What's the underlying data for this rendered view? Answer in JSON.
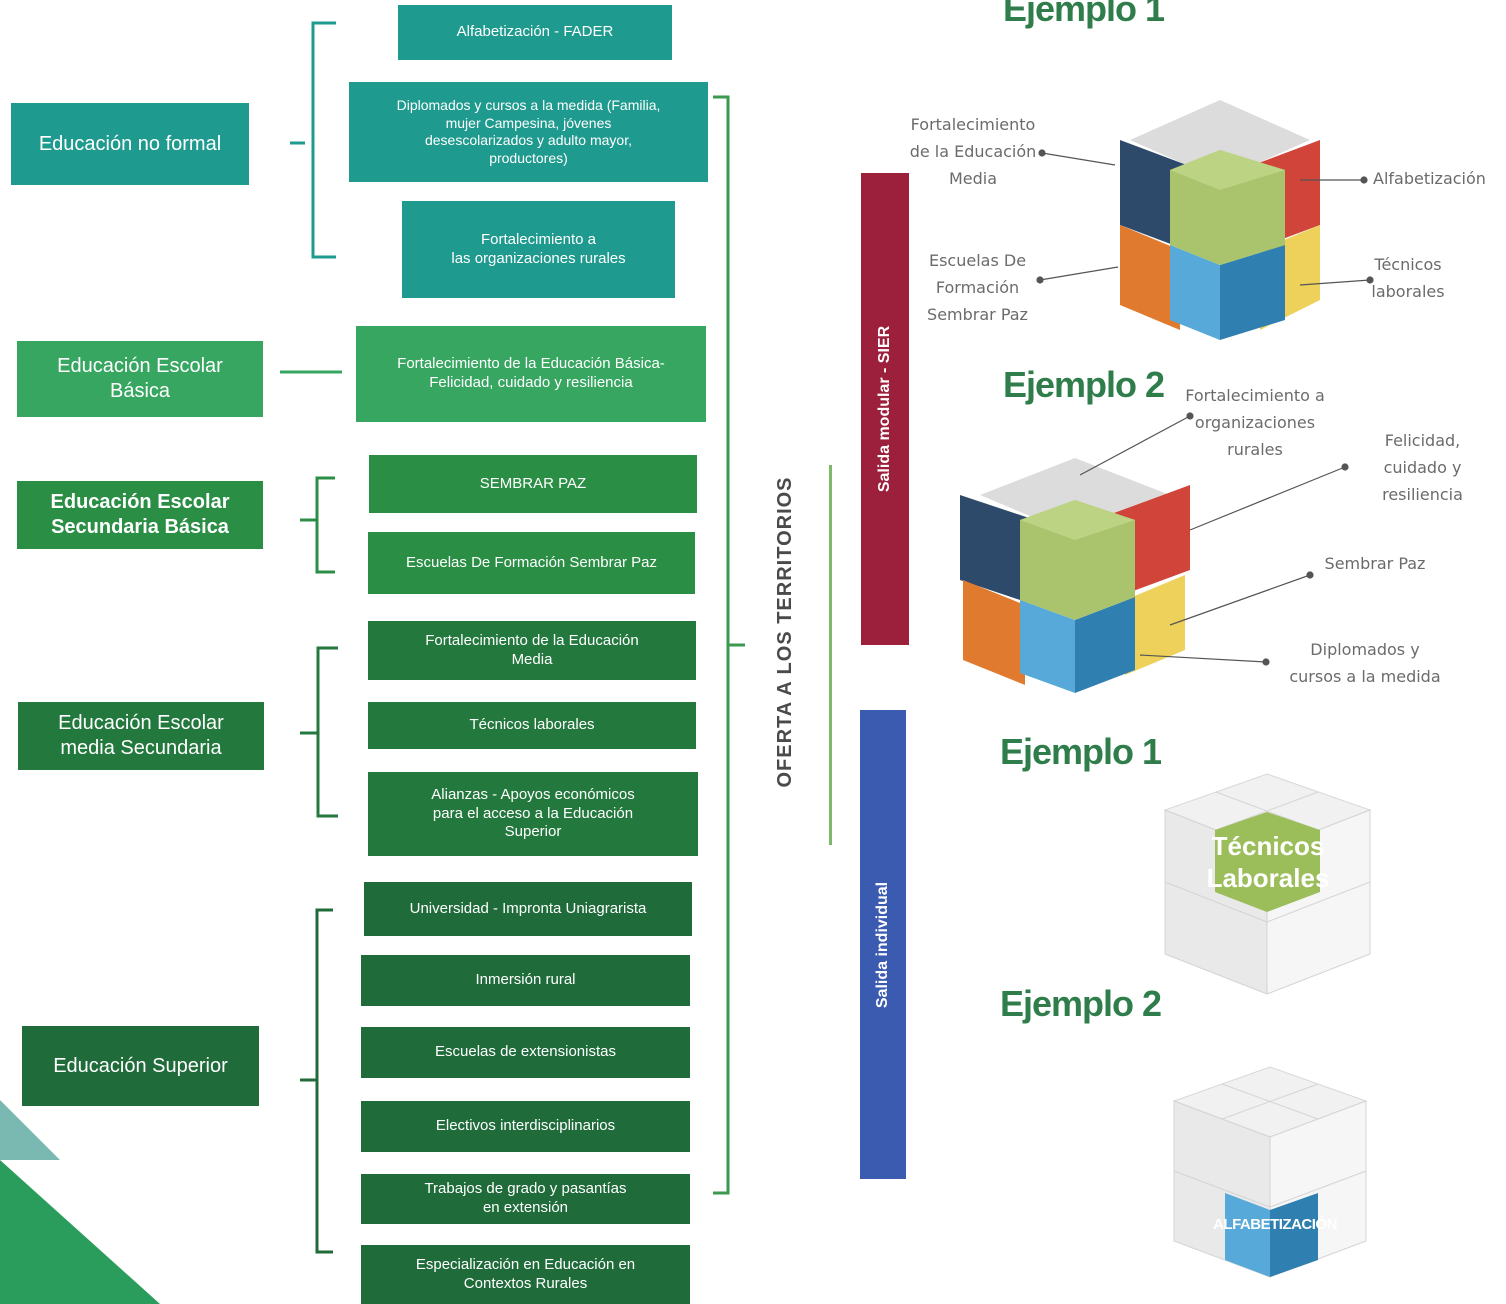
{
  "categories": [
    {
      "label": "Educación no formal"
    },
    {
      "label": "Educación Escolar\nBásica"
    },
    {
      "label": "Educación Escolar\nSecundaria Básica"
    },
    {
      "label": "Educación Escolar\nmedia Secundaria"
    },
    {
      "label": "Educación Superior"
    }
  ],
  "items": [
    "Alfabetización - FADER",
    "Diplomados y cursos a la medida (Familia,\nmujer Campesina, jóvenes\ndesescolarizados y adulto mayor,\nproductores)",
    "Fortalecimiento a\nlas organizaciones rurales",
    "Fortalecimiento de la Educación Básica-\nFelicidad, cuidado y resiliencia",
    "SEMBRAR PAZ",
    "Escuelas De Formación Sembrar Paz",
    "Fortalecimiento de la Educación\nMedia",
    "Técnicos laborales",
    "Alianzas - Apoyos económicos\npara el acceso a la Educación\nSuperior",
    "Universidad - Impronta Uniagrarista",
    "Inmersión rural",
    "Escuelas de extensionistas",
    "Electivos interdisciplinarios",
    "Trabajos de grado y pasantías\nen extensión",
    "Especialización en Educación en\nContextos Rurales"
  ],
  "oferta_label": "OFERTA A LOS TERRITORIOS",
  "salida_modular": "Salida modular - SIER",
  "salida_individual": "Salida individual",
  "examples": {
    "ej1_top": "Ejemplo 1",
    "ej2_top": "Ejemplo 2",
    "ej1_bottom": "Ejemplo 1",
    "ej2_bottom": "Ejemplo 2"
  },
  "cube1_labels": {
    "fortalecimiento_media": "Fortalecimiento\nde la Educación\nMedia",
    "alfabetizacion": "Alfabetización",
    "escuelas": "Escuelas De\nFormación\nSembrar Paz",
    "tecnicos": "Técnicos\nlaborales"
  },
  "cube2_labels": {
    "fortalecimiento_org": "Fortalecimiento a\norganizaciones\nrurales",
    "felicidad": "Felicidad,\ncuidado y\nresiliencia",
    "sembrar": "Sembrar Paz",
    "diplomados": "Diplomados y\ncursos a la medida"
  },
  "cube3_text": "Técnicos\nLaborales",
  "cube4_text": "ALFABETIZACIÓN",
  "colors": {
    "teal": "#1f9a8e",
    "green_light": "#37a661",
    "green_mid": "#2a8f45",
    "green_dark": "#1f6b3a",
    "bar_red": "#9c1f3c",
    "bar_blue": "#3b5bb0",
    "cube_navy": "#2e4a6b",
    "cube_red": "#d0443a",
    "cube_olive": "#a9c46c",
    "cube_orange": "#e07a2e",
    "cube_sky": "#56a9d8",
    "cube_yellow": "#edd15a"
  }
}
